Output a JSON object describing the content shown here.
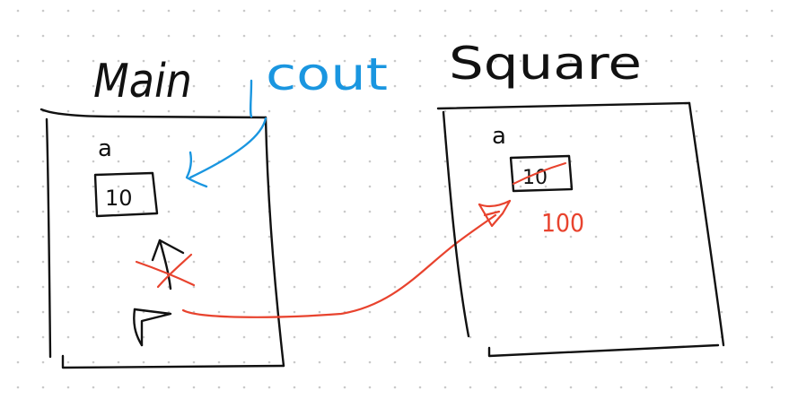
{
  "labels": {
    "main_title": "Main",
    "square_title": "Square",
    "cout_label": "cout",
    "main_var_name": "a",
    "main_var_value": "10",
    "square_var_name": "a",
    "square_var_old_value": "10",
    "square_var_new_value": "100"
  },
  "colors": {
    "ink": "#111111",
    "blue": "#1a96e0",
    "red": "#e8432e",
    "grid_dot": "#c9c9c9",
    "background": "#ffffff"
  }
}
